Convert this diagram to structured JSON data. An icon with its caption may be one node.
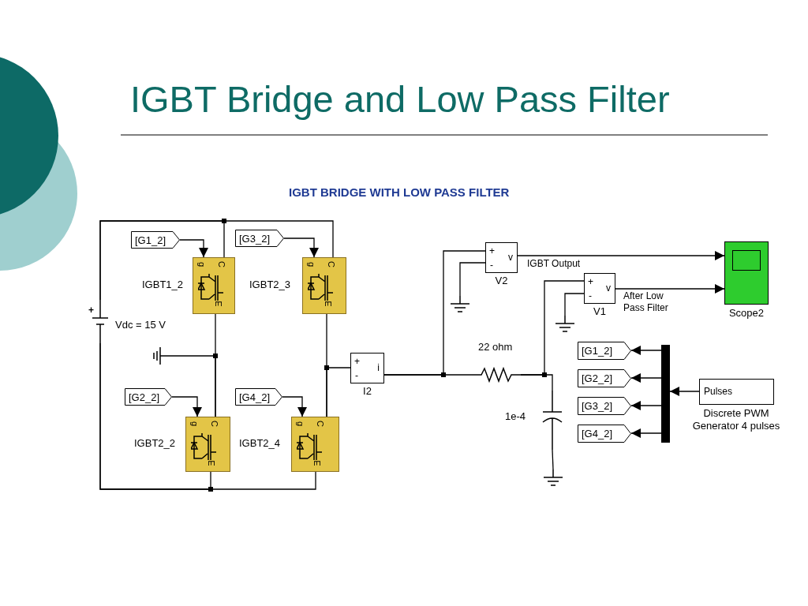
{
  "diagram": {
    "title": "IGBT Bridge and Low Pass Filter",
    "nodes": [
      {
        "text": [
          "[G1_2]"
        ]
      },
      {
        "text": [
          "IGBT1_2",
          "g",
          "C",
          "E"
        ]
      },
      {
        "text": [
          "[G3_2]"
        ]
      },
      {
        "text": [
          "IGBT2_3",
          "g",
          "C",
          "E"
        ]
      },
      {
        "text": [
          "Vdc = 15 V",
          "+"
        ]
      },
      {
        "text": [],
        "shape": "ground"
      },
      {
        "text": [
          "[G2_2]"
        ]
      },
      {
        "text": [
          "IGBT2_2",
          "g",
          "C",
          "E"
        ]
      },
      {
        "text": [
          "[G4_2]"
        ]
      },
      {
        "text": [
          "IGBT2_4",
          "g",
          "C",
          "E"
        ]
      },
      {
        "text": [
          "I2",
          "+",
          "-",
          "i"
        ]
      },
      {
        "text": [
          "V2",
          "+",
          "-",
          "v"
        ]
      },
      {
        "text": [],
        "shape": "ground"
      },
      {
        "text": [
          "22 ohm"
        ]
      },
      {
        "text": [
          "1e-4"
        ]
      },
      {
        "text": [],
        "shape": "ground"
      },
      {
        "text": [
          "V1",
          "+",
          "-",
          "v"
        ]
      },
      {
        "text": [],
        "shape": "ground"
      },
      {
        "text": [
          "Scope2"
        ]
      },
      {
        "text": [
          "[G1_2]"
        ]
      },
      {
        "text": [
          "[G2_2]"
        ]
      },
      {
        "text": [
          "[G3_2]"
        ]
      },
      {
        "text": [
          "[G4_2]"
        ]
      },
      {
        "text": [],
        "shape": "bar"
      },
      {
        "text": [
          "Pulses",
          "Discrete PWM Generator 4 pulses"
        ]
      }
    ],
    "edges": [
      {
        "from": 0,
        "to": 1,
        "arrow": "to"
      },
      {
        "from": 2,
        "to": 3,
        "arrow": "to"
      },
      {
        "from": 6,
        "to": 7,
        "arrow": "to"
      },
      {
        "from": 8,
        "to": 9,
        "arrow": "to"
      },
      {
        "from": 4,
        "to": 1,
        "arrow": "none"
      },
      {
        "from": 4,
        "to": 3,
        "arrow": "none"
      },
      {
        "from": 1,
        "to": 7,
        "arrow": "none"
      },
      {
        "from": 5,
        "to": 7,
        "arrow": "none"
      },
      {
        "from": 3,
        "to": 9,
        "arrow": "none"
      },
      {
        "from": 9,
        "to": 10,
        "arrow": "none"
      },
      {
        "from": 4,
        "to": 7,
        "arrow": "none"
      },
      {
        "from": 4,
        "to": 9,
        "arrow": "none"
      },
      {
        "from": 10,
        "to": 11,
        "arrow": "none"
      },
      {
        "from": 10,
        "to": 13,
        "arrow": "none"
      },
      {
        "from": 11,
        "to": 12,
        "arrow": "none"
      },
      {
        "from": 13,
        "to": 14,
        "arrow": "none"
      },
      {
        "from": 13,
        "to": 16,
        "arrow": "none"
      },
      {
        "from": 14,
        "to": 15,
        "arrow": "none"
      },
      {
        "from": 16,
        "to": 17,
        "arrow": "none"
      },
      {
        "from": 11,
        "to": 18,
        "arrow": "to",
        "label": "IGBT Output"
      },
      {
        "from": 16,
        "to": 18,
        "arrow": "to",
        "label": "After Low Pass Filter"
      },
      {
        "from": 24,
        "to": 23,
        "arrow": "to"
      },
      {
        "from": 23,
        "to": 19,
        "arrow": "to"
      },
      {
        "from": 23,
        "to": 20,
        "arrow": "to"
      },
      {
        "from": 23,
        "to": 21,
        "arrow": "to"
      },
      {
        "from": 23,
        "to": 22,
        "arrow": "to"
      }
    ],
    "labels": [
      "IGBT BRIDGE WITH LOW PASS FILTER"
    ]
  }
}
